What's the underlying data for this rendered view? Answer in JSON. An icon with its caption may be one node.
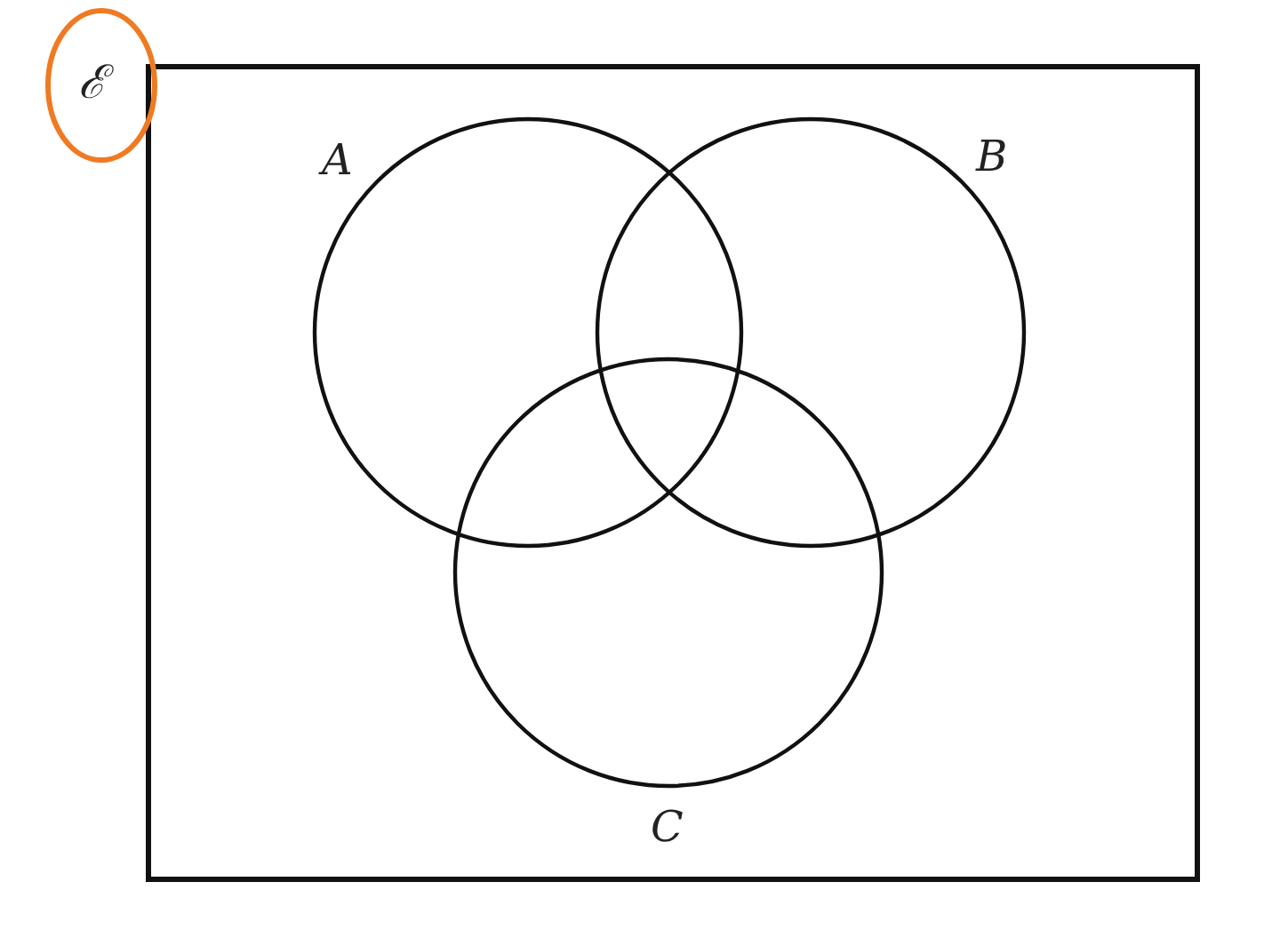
{
  "diagram": {
    "nodes": [
      {
        "text": [
          "ℰ"
        ]
      },
      {
        "text": [
          "A"
        ],
        "in": 0
      },
      {
        "text": [
          "B"
        ],
        "in": 0
      },
      {
        "text": [
          "C"
        ],
        "in": 0
      }
    ]
  }
}
